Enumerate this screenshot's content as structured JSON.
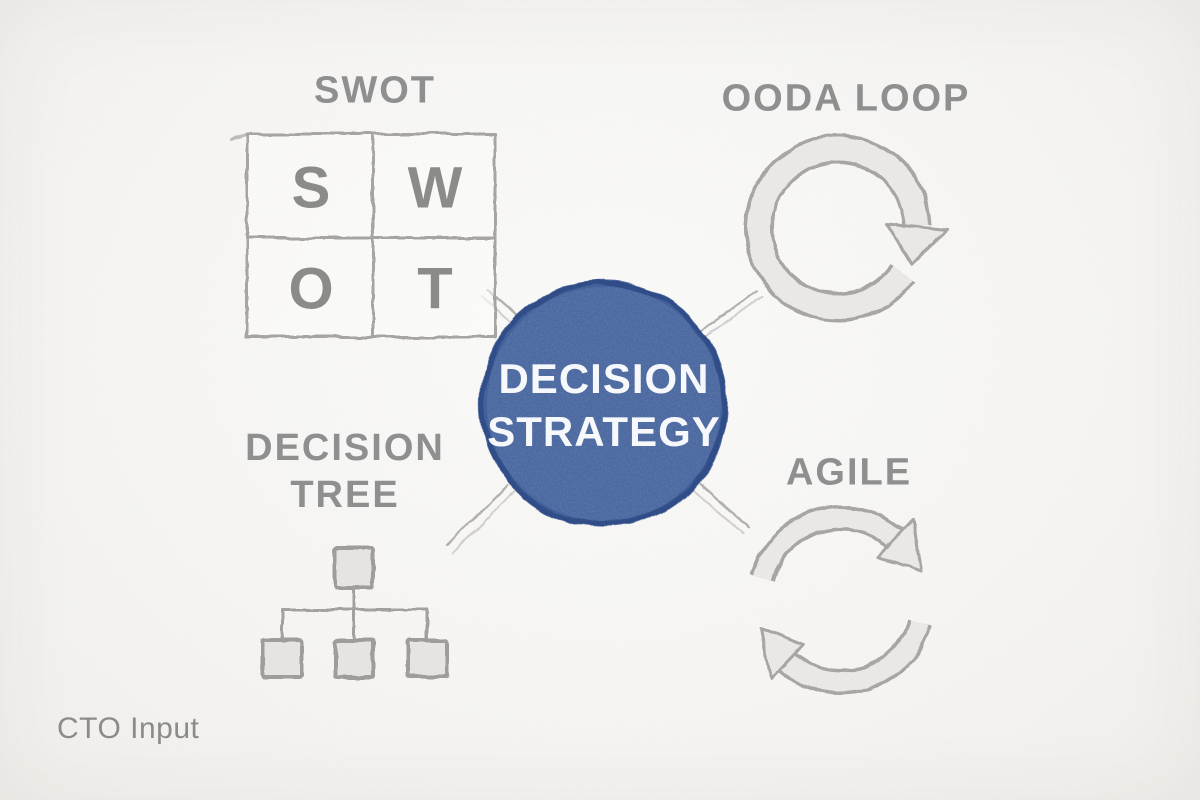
{
  "diagram": {
    "title_hint": "Decision strategy frameworks mind-map sketch",
    "center": {
      "label_line1": "DECISION",
      "label_line2": "STRATEGY"
    },
    "nodes": [
      {
        "id": "swot",
        "label": "SWOT",
        "icon": "swot-grid-icon",
        "letters": [
          "S",
          "W",
          "O",
          "T"
        ]
      },
      {
        "id": "ooda",
        "label": "OODA LOOP",
        "icon": "loop-arrow-icon"
      },
      {
        "id": "decision-tree",
        "label_line1": "DECISION",
        "label_line2": "TREE",
        "icon": "org-tree-icon"
      },
      {
        "id": "agile",
        "label": "AGILE",
        "icon": "cycle-arrows-icon"
      }
    ],
    "caption": "CTO Input",
    "colors": {
      "accent_blue": "#41619c",
      "accent_blue_rim": "#2d4b87",
      "sketch_gray": "#a7a5a1",
      "sketch_fill": "#eceae7",
      "text_gray": "#8f8f90",
      "background": "#f7f6f4"
    }
  }
}
